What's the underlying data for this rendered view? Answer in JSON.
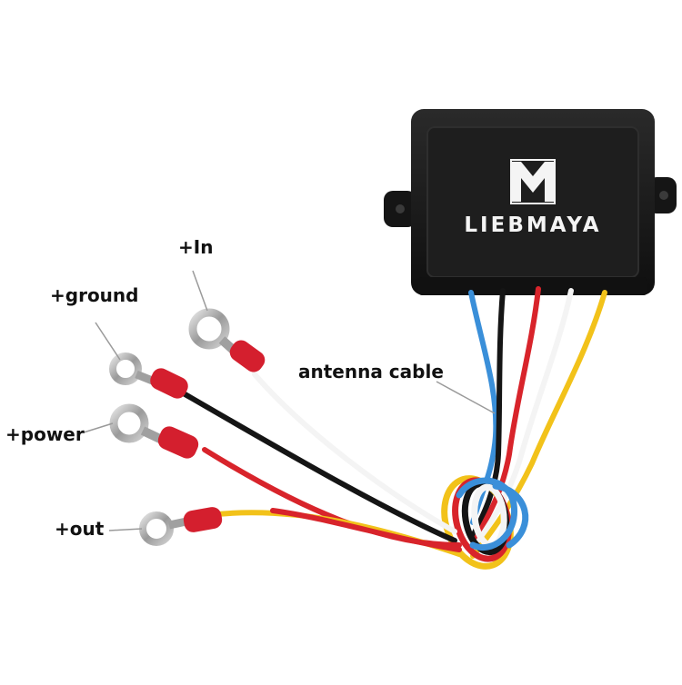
{
  "brand": {
    "logo_letter": "M",
    "name": "LIEBMAYA"
  },
  "labels": {
    "in": "+In",
    "ground": "+ground",
    "power": "+power",
    "out": "+out",
    "antenna": "antenna cable"
  },
  "colors": {
    "box": "#1b1b1b",
    "wire_blue": "#3a8fd9",
    "wire_black": "#151515",
    "wire_red": "#d8242b",
    "wire_white": "#f4f4f4",
    "wire_yellow": "#f2c21a",
    "terminal_red": "#d41f2e"
  }
}
